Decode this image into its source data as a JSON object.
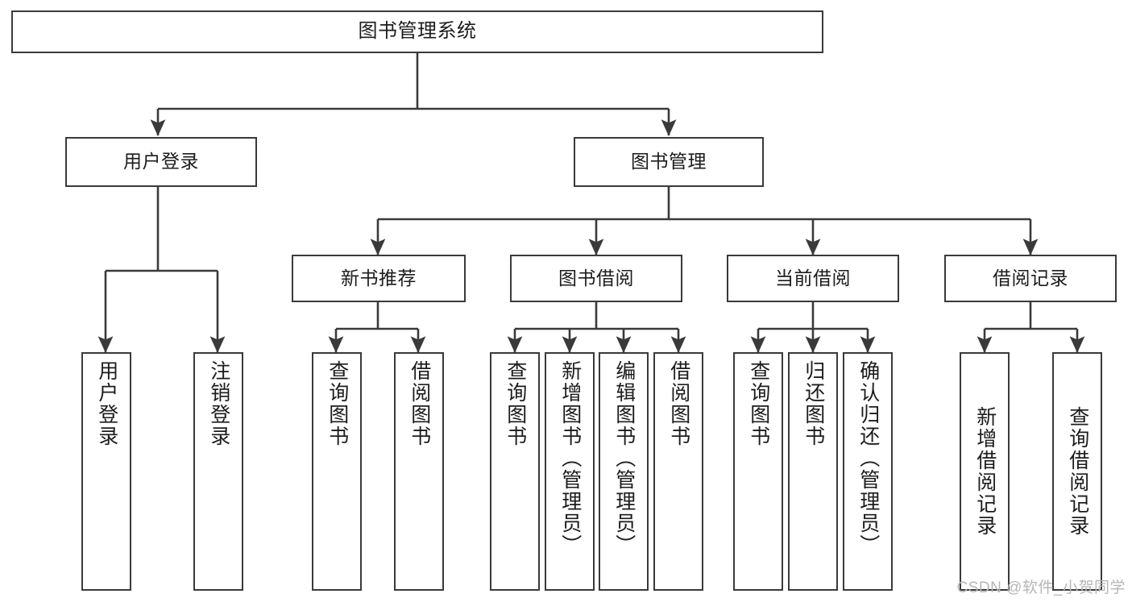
{
  "diagram": {
    "title": "图书管理系统",
    "watermark": "CSDN @软件_小贺同学",
    "colors": {
      "stroke": "#3a3a3a",
      "background": "#ffffff",
      "text": "#1c1c1c",
      "watermark": "#b6b6b6"
    },
    "root": {
      "label": "图书管理系统"
    },
    "level2": [
      {
        "label": "用户登录"
      },
      {
        "label": "图书管理"
      }
    ],
    "level3": [
      {
        "label": "新书推荐"
      },
      {
        "label": "图书借阅"
      },
      {
        "label": "当前借阅"
      },
      {
        "label": "借阅记录"
      }
    ],
    "leaves": {
      "user_login": [
        {
          "label": "用户登录"
        },
        {
          "label": "注销登录"
        }
      ],
      "new_book_recommend": [
        {
          "label": "查询图书"
        },
        {
          "label": "借阅图书"
        }
      ],
      "book_borrow": [
        {
          "label": "查询图书"
        },
        {
          "label": "新增图书（管理员）"
        },
        {
          "label": "编辑图书（管理员）"
        },
        {
          "label": "借阅图书"
        }
      ],
      "current_borrow": [
        {
          "label": "查询图书"
        },
        {
          "label": "归还图书"
        },
        {
          "label": "确认归还（管理员）"
        }
      ],
      "borrow_records": [
        {
          "label": "新增借阅记录"
        },
        {
          "label": "查询借阅记录"
        }
      ]
    }
  }
}
